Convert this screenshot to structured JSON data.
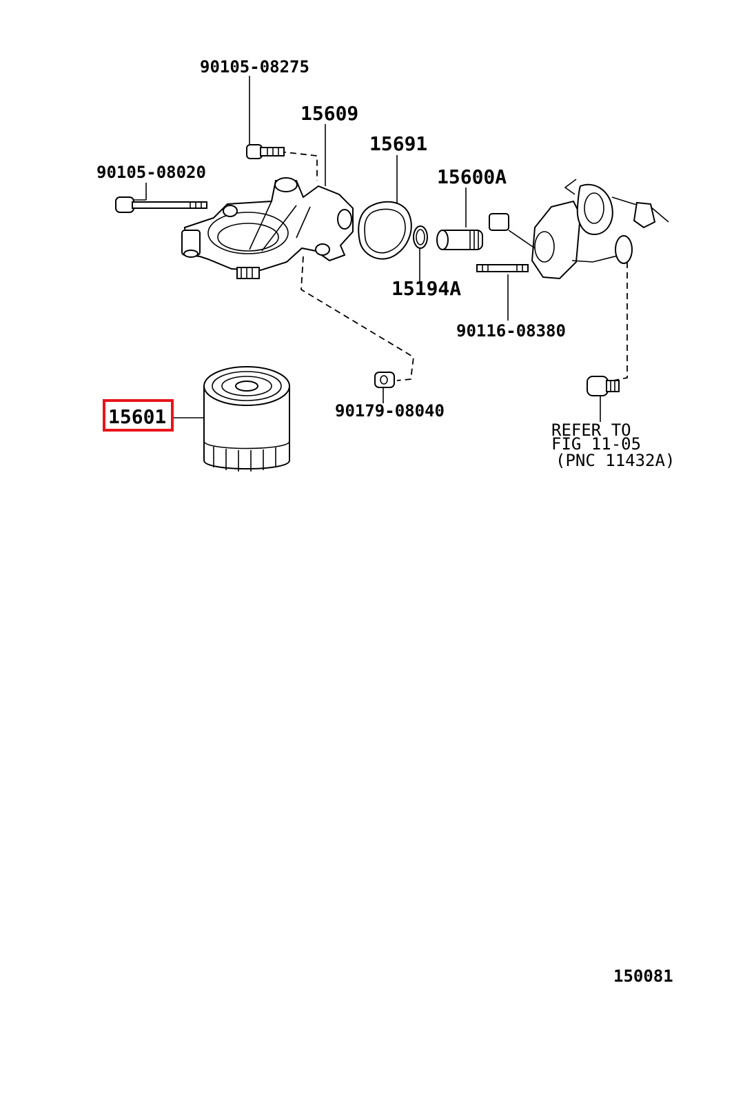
{
  "diagram": {
    "part_labels": {
      "bolt_top": "90105-08275",
      "bolt_left": "90105-08020",
      "bracket": "15609",
      "gasket": "15691",
      "relief_valve": "15600A",
      "o_ring": "15194A",
      "stud_bolt": "90116-08380",
      "plug": "90179-08040",
      "oil_filter": "15601"
    },
    "refer_note": {
      "line1": "REFER TO",
      "line2": "FIG 11-05",
      "line3": "(PNC 11432A)"
    },
    "figure_code": "150081",
    "highlight_color": "#e8141b"
  }
}
